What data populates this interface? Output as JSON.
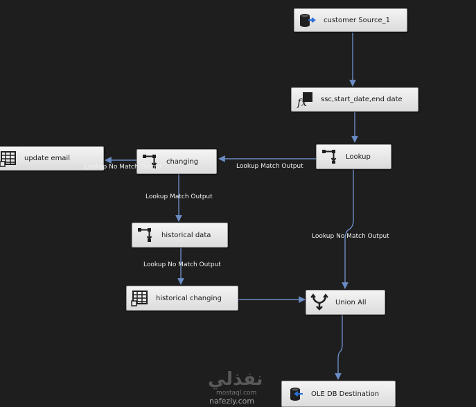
{
  "nodes": {
    "customer_source": {
      "label": "customer Source_1",
      "icon": "database-source-icon"
    },
    "derived_column": {
      "label": "ssc,start_date,end date",
      "icon": "derived-column-fx-icon"
    },
    "lookup": {
      "label": "Lookup",
      "icon": "lookup-icon"
    },
    "changing": {
      "label": "changing",
      "icon": "lookup-icon"
    },
    "update_email": {
      "label": "update email",
      "icon": "ole-db-command-icon"
    },
    "historical_data": {
      "label": "historical data",
      "icon": "lookup-icon"
    },
    "historical_changing": {
      "label": "historical changing",
      "icon": "ole-db-command-icon"
    },
    "union_all": {
      "label": "Union All",
      "icon": "union-all-icon"
    },
    "ole_db_destination": {
      "label": "OLE DB Destination",
      "icon": "database-destination-icon"
    }
  },
  "edges": {
    "lookup_to_changing": "Lookup Match Output",
    "changing_to_update_email": "Lookup No Match Output",
    "changing_to_historical_data": "Lookup Match Output",
    "historical_data_to_historical_changing": "Lookup No Match Output",
    "lookup_to_union_all": "Lookup No Match Output"
  },
  "watermark": {
    "brand": "نفذلي",
    "sub": "mostaql.com",
    "site": "nafezly.com"
  },
  "colors": {
    "background": "#1e1e1e",
    "connector": "#6b8cc4",
    "node_fill": "#e8e8e8"
  }
}
